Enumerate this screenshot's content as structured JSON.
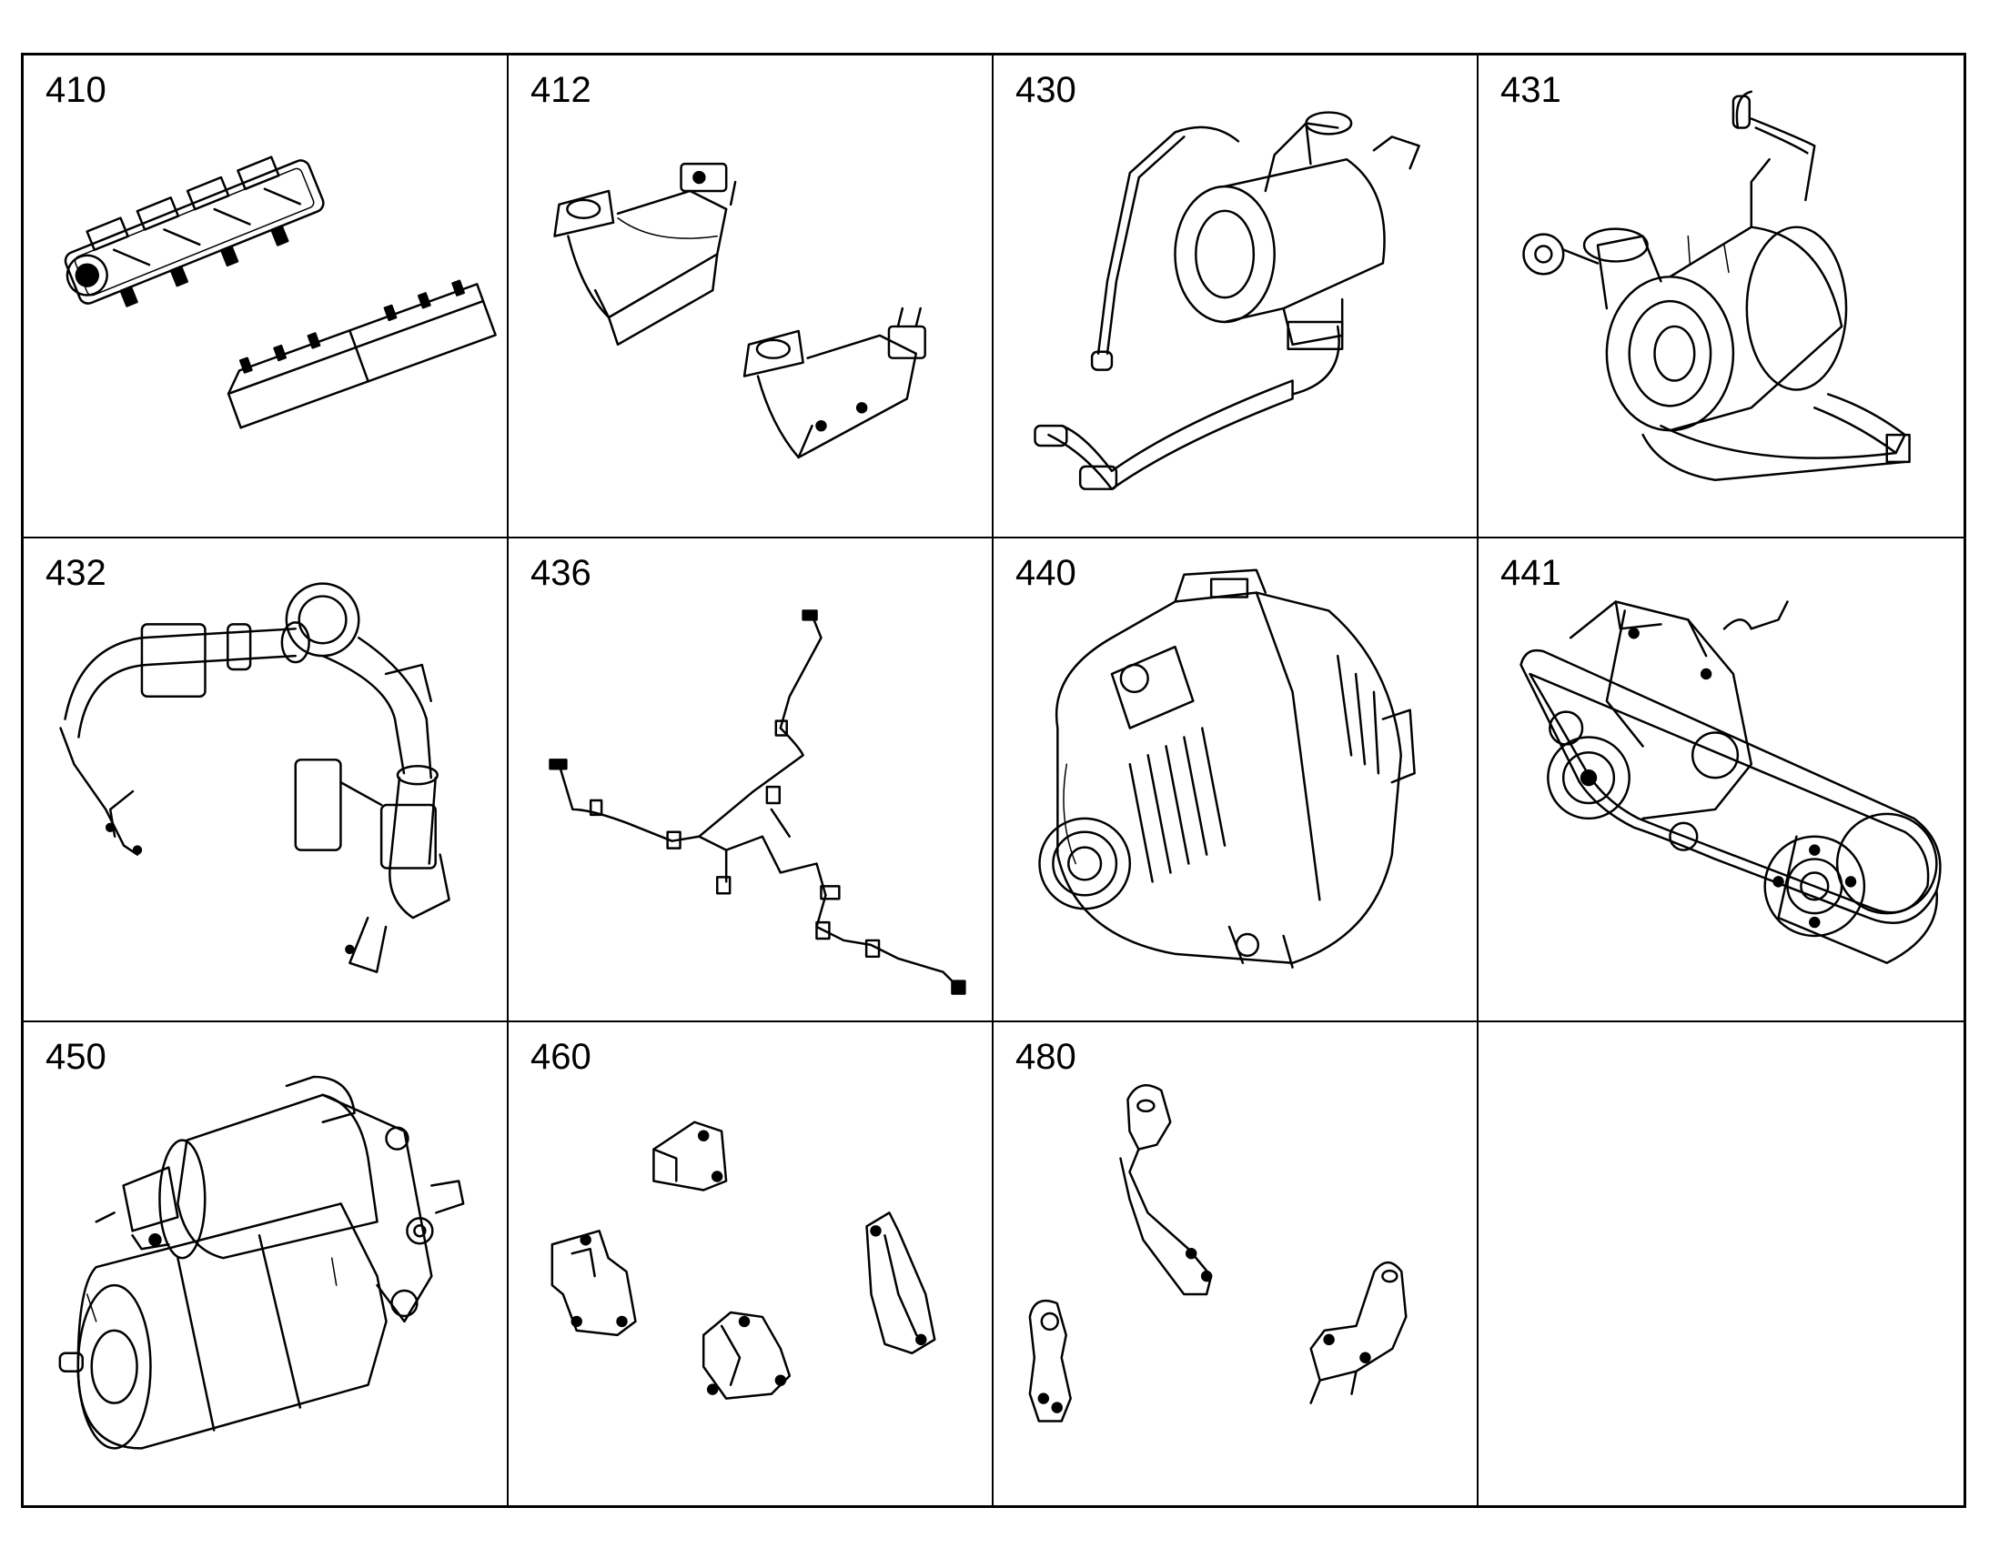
{
  "parts": [
    {
      "number": "410",
      "icon": "intake-manifold-icon"
    },
    {
      "number": "412",
      "icon": "exhaust-manifold-icon"
    },
    {
      "number": "430",
      "icon": "turbocharger-icon"
    },
    {
      "number": "431",
      "icon": "turbocharger-with-pipes-icon"
    },
    {
      "number": "432",
      "icon": "air-intake-pipe-icon"
    },
    {
      "number": "436",
      "icon": "wiring-harness-icon"
    },
    {
      "number": "440",
      "icon": "alternator-icon"
    },
    {
      "number": "441",
      "icon": "belt-drive-icon"
    },
    {
      "number": "450",
      "icon": "starter-motor-icon"
    },
    {
      "number": "460",
      "icon": "engine-brackets-icon"
    },
    {
      "number": "480",
      "icon": "lifting-brackets-icon"
    }
  ]
}
